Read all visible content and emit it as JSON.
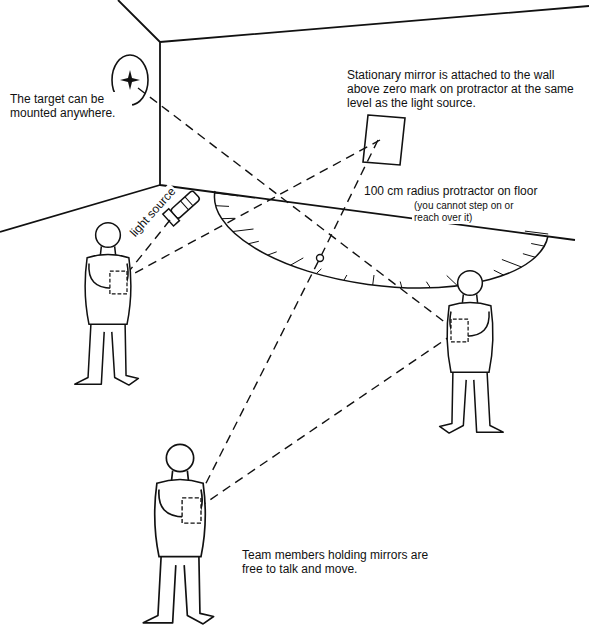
{
  "diagram": {
    "labels": [
      "The target can be mounted anywhere.",
      "Stationary mirror is attached to the wall above zero mark on protractor at the same level as the light source.",
      "100 cm radius protractor on floor",
      "(you cannot step on or reach over it)",
      "light source",
      "Team members holding mirrors are free to talk and move."
    ]
  }
}
